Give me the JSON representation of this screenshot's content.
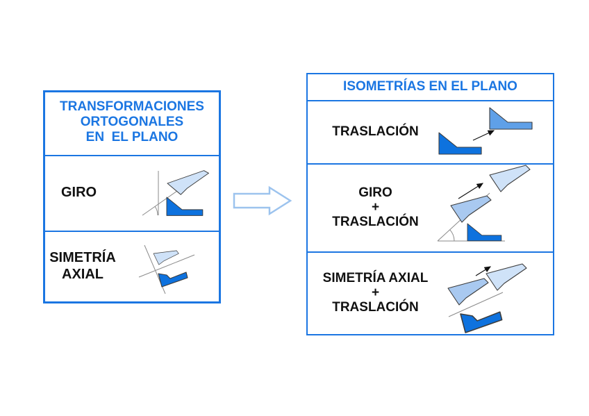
{
  "left_table": {
    "title": "TRANSFORMACIONES\nORTOGONALES\nEN  EL PLANO",
    "rows": [
      {
        "label": "GIRO"
      },
      {
        "label": "SIMETRÍA\nAXIAL"
      }
    ]
  },
  "right_table": {
    "title": "ISOMETRÍAS EN EL PLANO",
    "rows": [
      {
        "label": "TRASLACIÓN"
      },
      {
        "label": "GIRO\n+\nTRASLACIÓN"
      },
      {
        "label": "SIMETRÍA AXIAL\n+\nTRASLACIÓN"
      }
    ]
  },
  "flow_arrow": {
    "direction": "right"
  },
  "colors": {
    "accent_blue": "#1b76e2",
    "label_black": "#111111",
    "construction_gray": "#8a8a8a",
    "shape_dark_blue": "#0e72de",
    "shape_medium_blue": "#5fa0e8",
    "shape_light_blue": "#a9c9f0",
    "shape_pale_blue": "#cfe2f8",
    "flow_arrow_outline": "#9cc3ee"
  }
}
